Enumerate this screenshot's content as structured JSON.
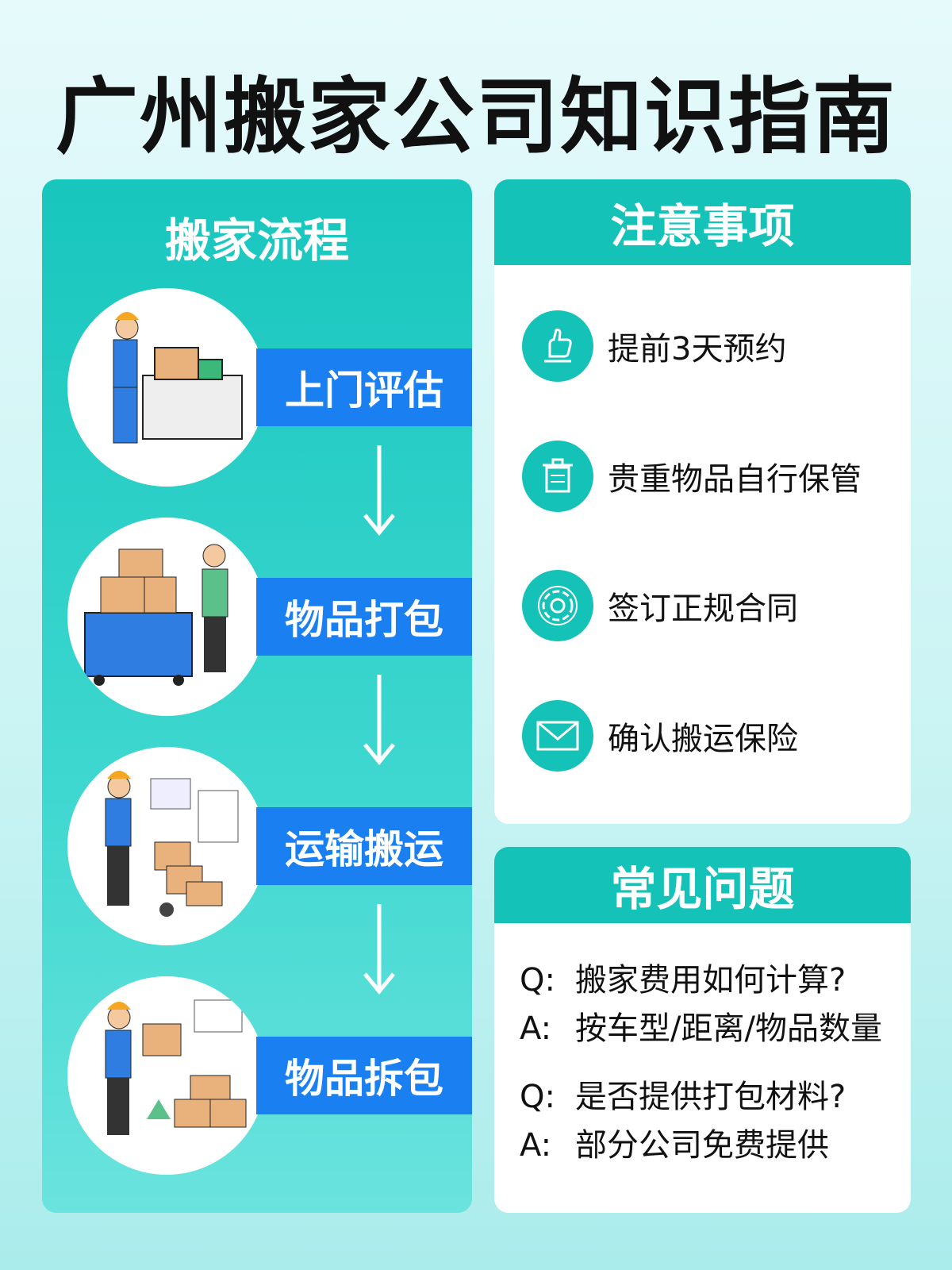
{
  "title": "广州搬家公司知识指南",
  "process": {
    "heading": "搬家流程",
    "steps": [
      {
        "label": "上门评估",
        "icon": "worker-assessing-box-icon"
      },
      {
        "label": "物品打包",
        "icon": "packing-boxes-cart-icon"
      },
      {
        "label": "运输搬运",
        "icon": "hand-truck-transport-icon"
      },
      {
        "label": "物品拆包",
        "icon": "unpacking-boxes-icon"
      }
    ]
  },
  "notes": {
    "heading": "注意事项",
    "items": [
      {
        "label": "提前3天预约",
        "icon": "hand-icon"
      },
      {
        "label": "贵重物品自行保管",
        "icon": "trash-bin-icon"
      },
      {
        "label": "签订正规合同",
        "icon": "flower-icon"
      },
      {
        "label": "确认搬运保险",
        "icon": "envelope-icon"
      }
    ]
  },
  "faq": {
    "heading": "常见问题",
    "q_prefix": "Q:",
    "a_prefix": "A:",
    "items": [
      {
        "q": "搬家费用如何计算?",
        "a": "按车型/距离/物品数量"
      },
      {
        "q": "是否提供打包材料?",
        "a": "部分公司免费提供"
      }
    ]
  },
  "colors": {
    "teal": "#14c2b8",
    "blue": "#1a7ff0"
  }
}
